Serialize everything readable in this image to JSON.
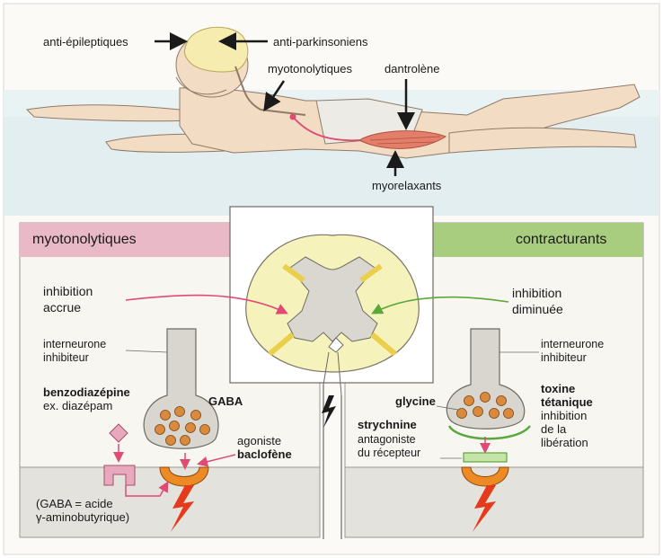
{
  "top": {
    "anti_epileptiques": "anti-épileptiques",
    "anti_parkinsoniens": "anti-parkinsoniens",
    "myotonolytiques": "myotonolytiques",
    "dantrolene": "dantrolène",
    "myorelaxants": "myorelaxants"
  },
  "left_panel": {
    "header": "myotonolytiques",
    "inhibition_line1": "inhibition",
    "inhibition_line2": "accrue",
    "interneurone_line1": "interneurone",
    "interneurone_line2": "inhibiteur",
    "benzo": "benzodiazépine",
    "benzo_example": "ex. diazépam",
    "gaba": "GABA",
    "agoniste": "agoniste",
    "baclofene": "baclofène",
    "gaba_def_line1": "(GABA = acide",
    "gaba_def_line2": "γ-aminobutyrique)"
  },
  "right_panel": {
    "header": "contracturants",
    "inhibition_line1": "inhibition",
    "inhibition_line2": "diminuée",
    "interneurone_line1": "interneurone",
    "interneurone_line2": "inhibiteur",
    "glycine": "glycine",
    "toxine_line1": "toxine",
    "toxine_line2": "tétanique",
    "inhibition_line3": "inhibition",
    "de_la": "de la",
    "liberation": "libération",
    "strychnine": "strychnine",
    "antagoniste": "antagoniste",
    "du_recepteur": "du récepteur"
  },
  "colors": {
    "pink_header": "#e9b9c7",
    "green_header": "#a9cd7e",
    "pink_arrow": "#e04a73",
    "green_arrow": "#5aa83a",
    "skin": "#f3dcc4",
    "brain": "#f6ecb0",
    "muscle": "#e27e6a",
    "neuron_fill": "#d9d6d0",
    "vesicle": "#d98a3c",
    "receptor": "#ee8a24",
    "bolt": "#e63a1c"
  }
}
